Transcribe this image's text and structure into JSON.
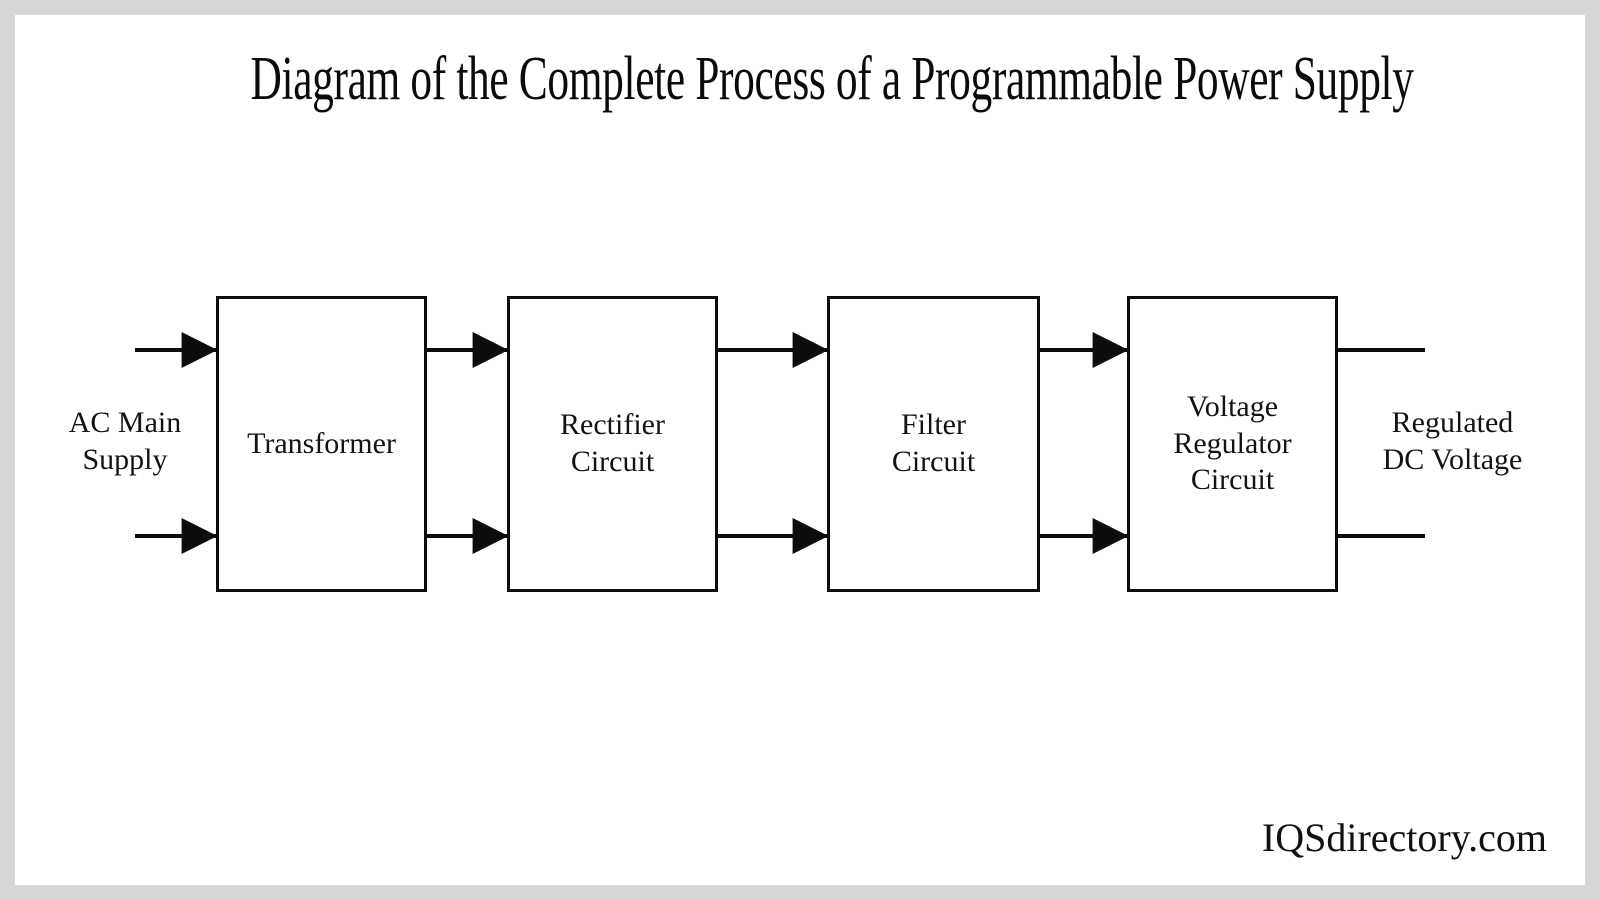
{
  "page": {
    "background_color": "#d7d7d7",
    "canvas_color": "#ffffff",
    "line_color": "#0d0d0d",
    "text_color": "#131313"
  },
  "title": "Diagram of the Complete Process of a Programmable Power Supply",
  "watermark": "IQSdirectory.com",
  "labels": {
    "input": "AC Main\nSupply",
    "output": "Regulated\nDC Voltage"
  },
  "stages": [
    {
      "label": "Transformer",
      "name": "transformer"
    },
    {
      "label": "Rectifier\nCircuit",
      "name": "rectifier-circuit"
    },
    {
      "label": "Filter\nCircuit",
      "name": "filter-circuit"
    },
    {
      "label": "Voltage\nRegulator\nCircuit",
      "name": "voltage-regulator-circuit"
    }
  ],
  "connections": [
    {
      "from": "ac-main-supply",
      "to": "transformer",
      "arrowheads": 2
    },
    {
      "from": "transformer",
      "to": "rectifier-circuit",
      "arrowheads": 2
    },
    {
      "from": "rectifier-circuit",
      "to": "filter-circuit",
      "arrowheads": 2
    },
    {
      "from": "filter-circuit",
      "to": "voltage-regulator-circuit",
      "arrowheads": 2
    },
    {
      "from": "voltage-regulator-circuit",
      "to": "regulated-dc-voltage",
      "arrowheads": 0
    }
  ]
}
